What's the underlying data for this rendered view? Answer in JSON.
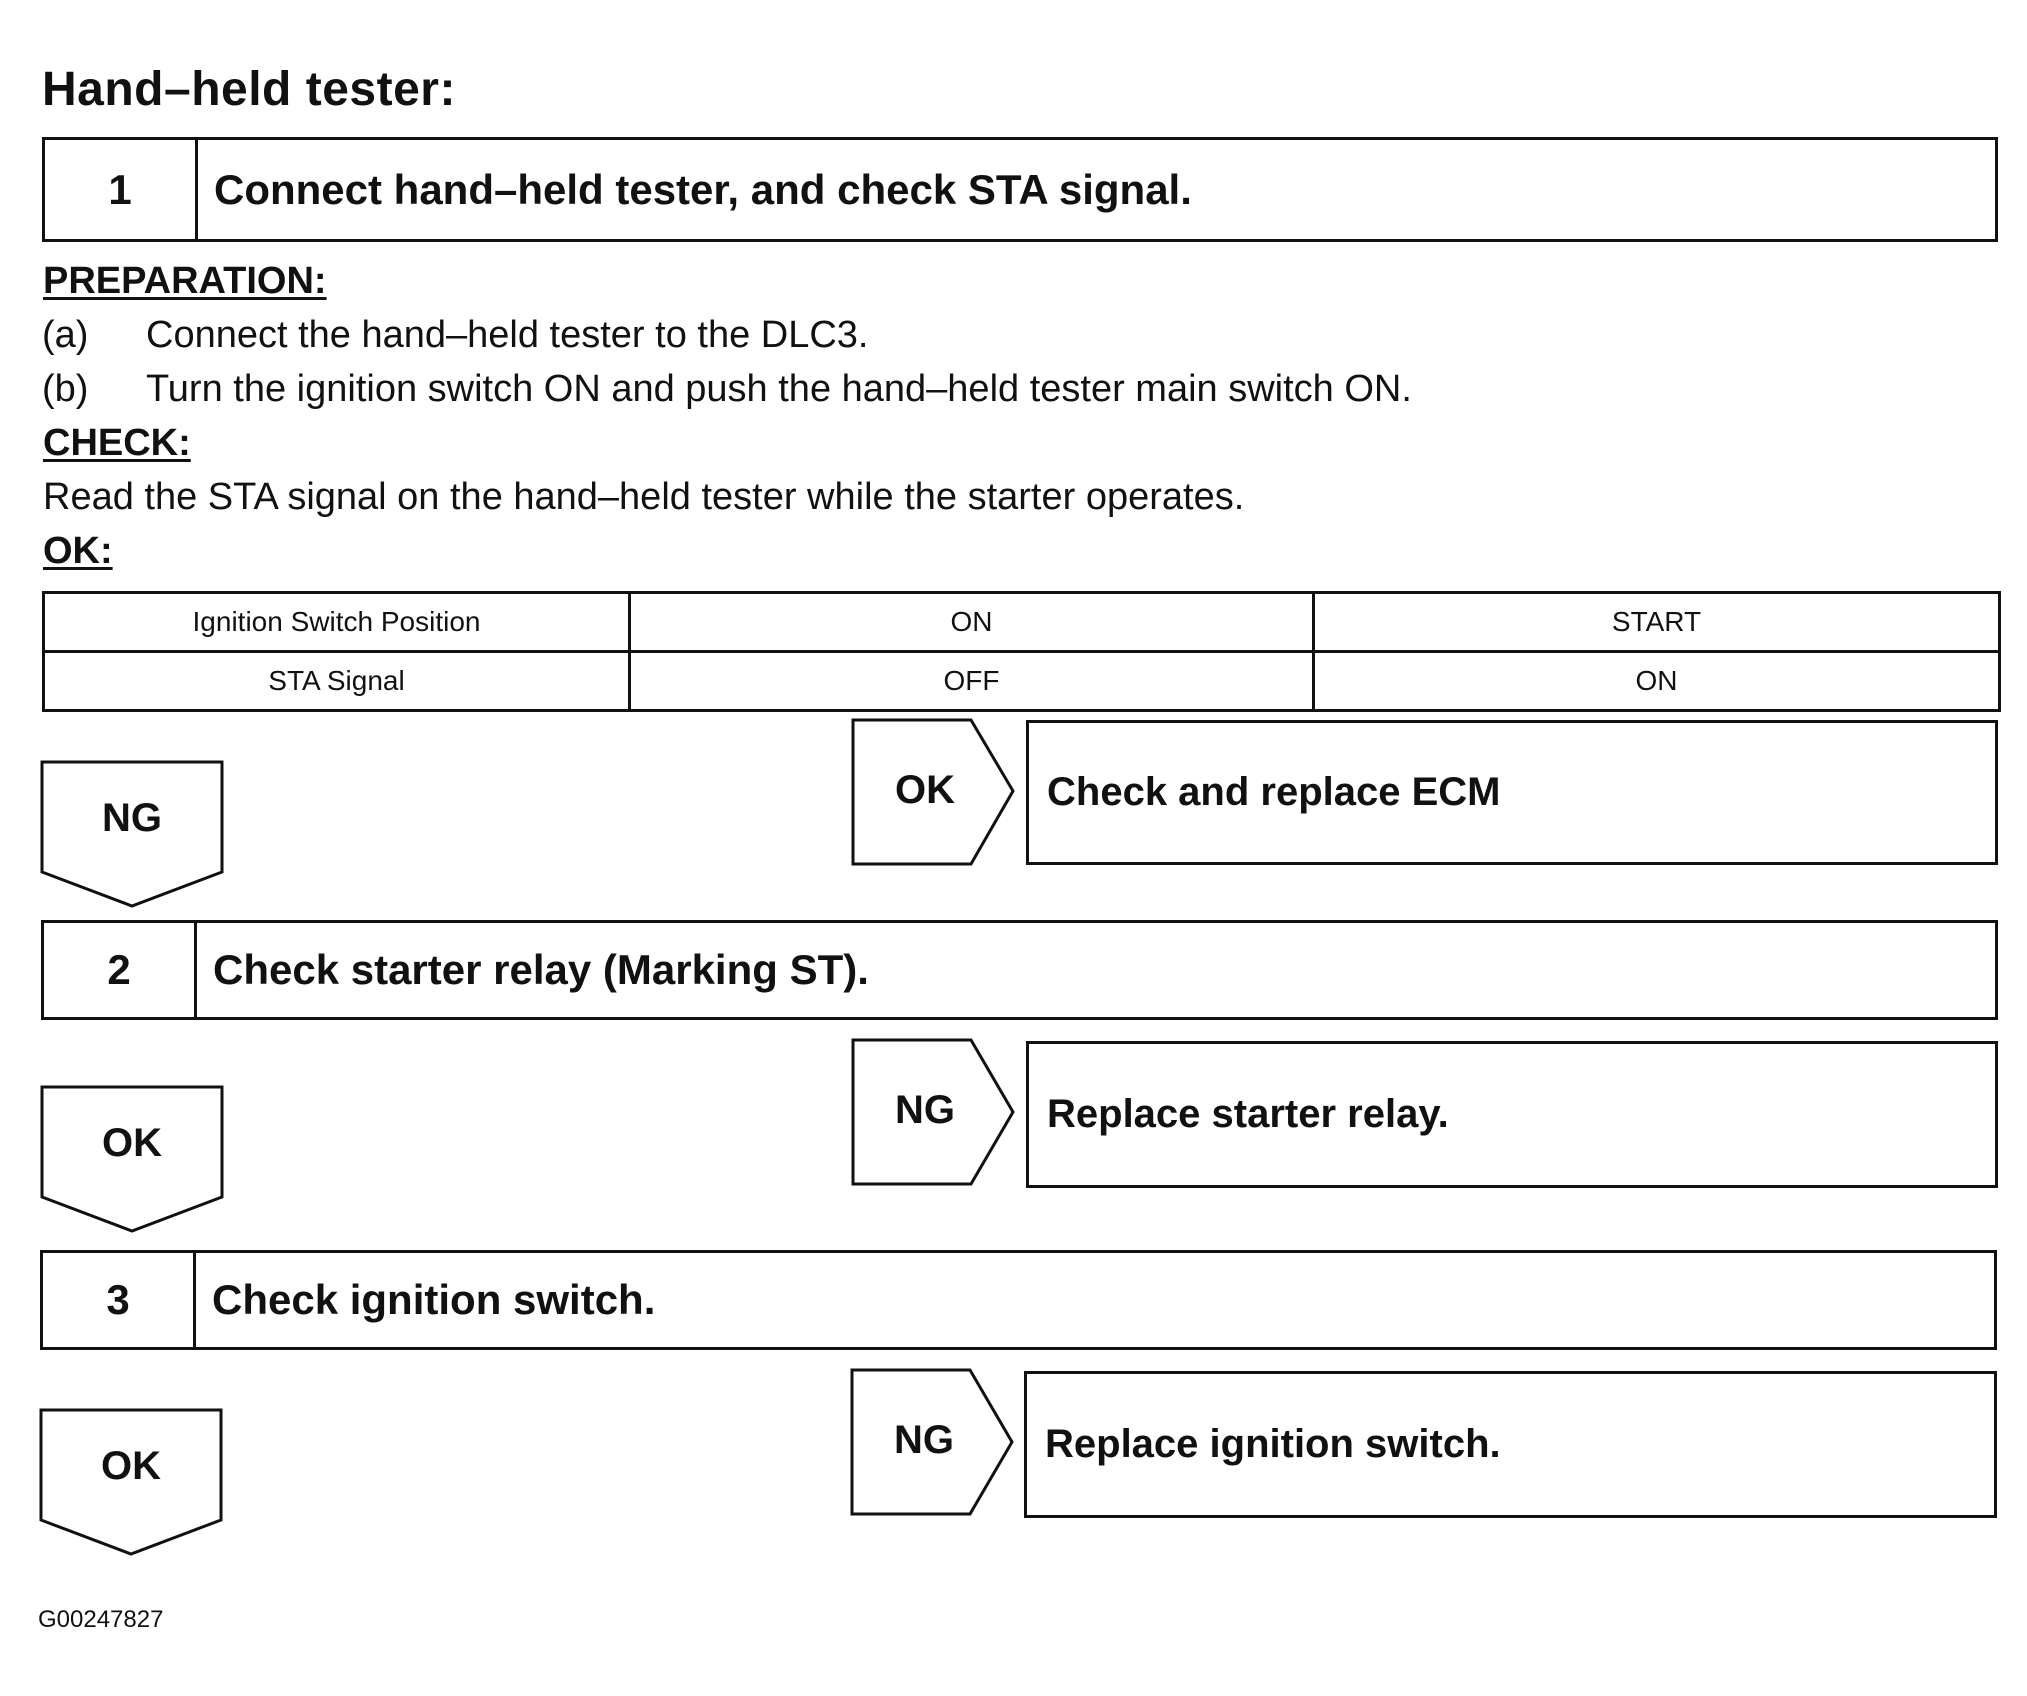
{
  "title": "Hand–held tester:",
  "steps": [
    {
      "num": "1",
      "text": "Connect hand–held tester, and check STA signal."
    },
    {
      "num": "2",
      "text": "Check starter relay (Marking ST)."
    },
    {
      "num": "3",
      "text": "Check ignition switch."
    }
  ],
  "preparation": {
    "label": "PREPARATION:",
    "items": [
      {
        "letter": "(a)",
        "text": "Connect the hand–held tester to the DLC3."
      },
      {
        "letter": "(b)",
        "text": "Turn the ignition switch ON and push the hand–held tester main switch ON."
      }
    ]
  },
  "check": {
    "label": "CHECK:",
    "text": "Read the STA signal on the hand–held tester while the starter operates."
  },
  "ok_label": "OK:",
  "ok_table": {
    "rows": [
      [
        "Ignition Switch Position",
        "ON",
        "START"
      ],
      [
        "STA Signal",
        "OFF",
        "ON"
      ]
    ]
  },
  "flow": {
    "down1": "NG",
    "right1": "OK",
    "result1": "Check and replace ECM",
    "down2": "OK",
    "right2": "NG",
    "result2": "Replace starter relay.",
    "down3": "OK",
    "right3": "NG",
    "result3": "Replace ignition switch."
  },
  "figure_id": "G00247827"
}
